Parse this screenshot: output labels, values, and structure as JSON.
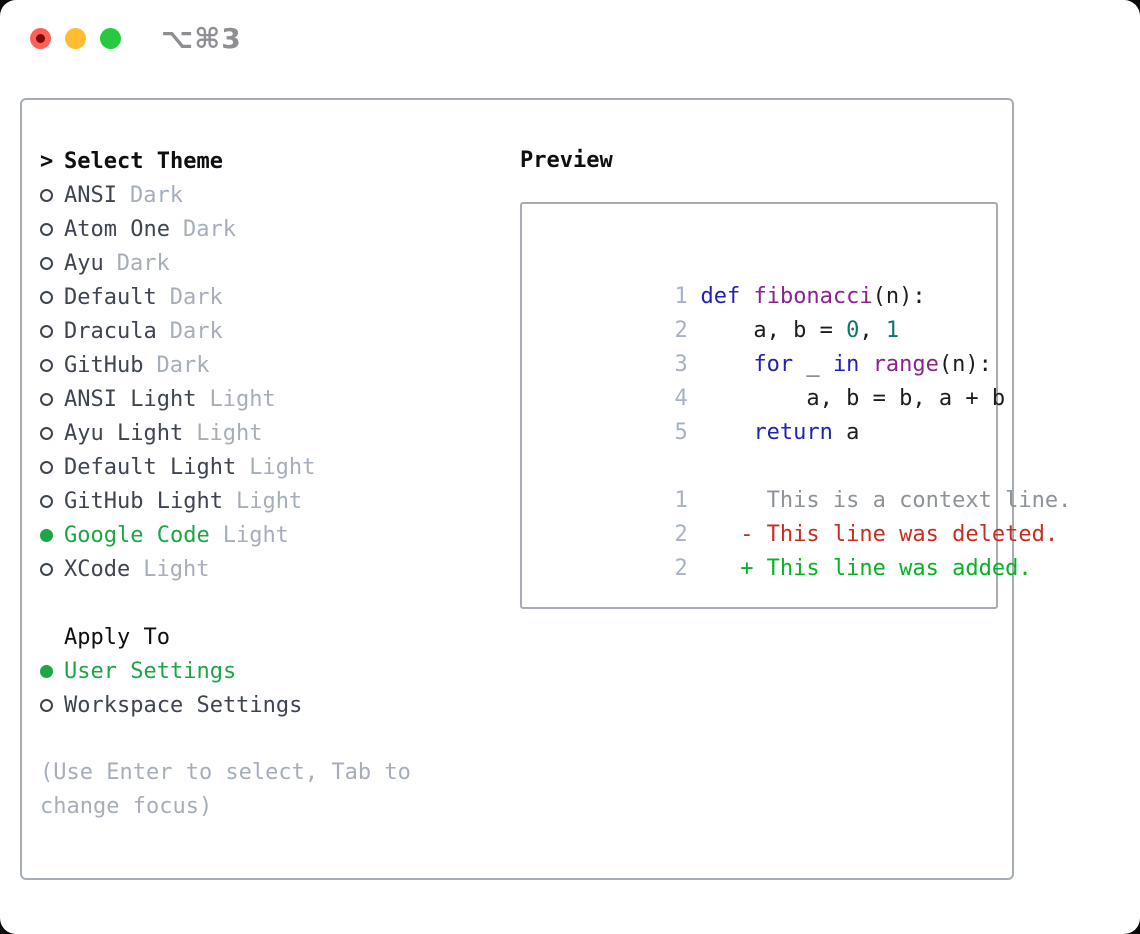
{
  "colors": {
    "traffic_red": "#ff5f57",
    "traffic_red_dot": "#7c0b06",
    "traffic_yellow": "#febc2e",
    "traffic_green": "#27c93f",
    "shortcut_gray": "#8e8e93",
    "border": "#a6adb8",
    "ink": "#3e4551",
    "heading": "#0d0f13",
    "muted": "#a7aebb",
    "select_green": "#1ea546",
    "kw": "#2323b2",
    "fn": "#8c2190",
    "num": "#0f756d",
    "pl": "#1d1d1f",
    "lnum": "#a8b2c1",
    "ctx": "#8e9398",
    "del": "#c52f21",
    "add": "#06b324"
  },
  "window": {
    "shortcut": "⌥⌘3"
  },
  "left": {
    "cursor": ">",
    "title": "Select Theme",
    "themes": [
      {
        "name": "ANSI",
        "variant": "Dark",
        "selected": false
      },
      {
        "name": "Atom One",
        "variant": "Dark",
        "selected": false
      },
      {
        "name": "Ayu",
        "variant": "Dark",
        "selected": false
      },
      {
        "name": "Default",
        "variant": "Dark",
        "selected": false
      },
      {
        "name": "Dracula",
        "variant": "Dark",
        "selected": false
      },
      {
        "name": "GitHub",
        "variant": "Dark",
        "selected": false
      },
      {
        "name": "ANSI Light",
        "variant": "Light",
        "selected": false
      },
      {
        "name": "Ayu Light",
        "variant": "Light",
        "selected": false
      },
      {
        "name": "Default Light",
        "variant": "Light",
        "selected": false
      },
      {
        "name": "GitHub Light",
        "variant": "Light",
        "selected": false
      },
      {
        "name": "Google Code",
        "variant": "Light",
        "selected": true
      },
      {
        "name": "XCode",
        "variant": "Light",
        "selected": false
      }
    ],
    "apply_to": {
      "title": "Apply To",
      "options": [
        {
          "label": "User Settings",
          "selected": true
        },
        {
          "label": "Workspace Settings",
          "selected": false
        }
      ]
    },
    "hint": "(Use Enter to select, Tab to change focus)"
  },
  "preview": {
    "title": "Preview",
    "code": [
      {
        "num": "1",
        "tokens": [
          {
            "t": "def",
            "c": "kw"
          },
          {
            "t": " ",
            "c": "pl"
          },
          {
            "t": "fibonacci",
            "c": "fn"
          },
          {
            "t": "(n):",
            "c": "pl"
          }
        ]
      },
      {
        "num": "2",
        "tokens": [
          {
            "t": "    a, b = ",
            "c": "pl"
          },
          {
            "t": "0",
            "c": "num"
          },
          {
            "t": ", ",
            "c": "pl"
          },
          {
            "t": "1",
            "c": "num"
          }
        ]
      },
      {
        "num": "3",
        "tokens": [
          {
            "t": "    ",
            "c": "pl"
          },
          {
            "t": "for",
            "c": "kw"
          },
          {
            "t": " _ ",
            "c": "pl"
          },
          {
            "t": "in",
            "c": "kw"
          },
          {
            "t": " ",
            "c": "pl"
          },
          {
            "t": "range",
            "c": "fn"
          },
          {
            "t": "(n):",
            "c": "pl"
          }
        ]
      },
      {
        "num": "4",
        "tokens": [
          {
            "t": "        a, b = b, a + b",
            "c": "pl"
          }
        ]
      },
      {
        "num": "5",
        "tokens": [
          {
            "t": "    ",
            "c": "pl"
          },
          {
            "t": "return",
            "c": "kw"
          },
          {
            "t": " a",
            "c": "pl"
          }
        ]
      }
    ],
    "diff": [
      {
        "num": "1",
        "cls": "ctx",
        "text": "     This is a context line."
      },
      {
        "num": "2",
        "cls": "del",
        "text": "   - This line was deleted."
      },
      {
        "num": "2",
        "cls": "add",
        "text": "   + This line was added."
      }
    ]
  }
}
